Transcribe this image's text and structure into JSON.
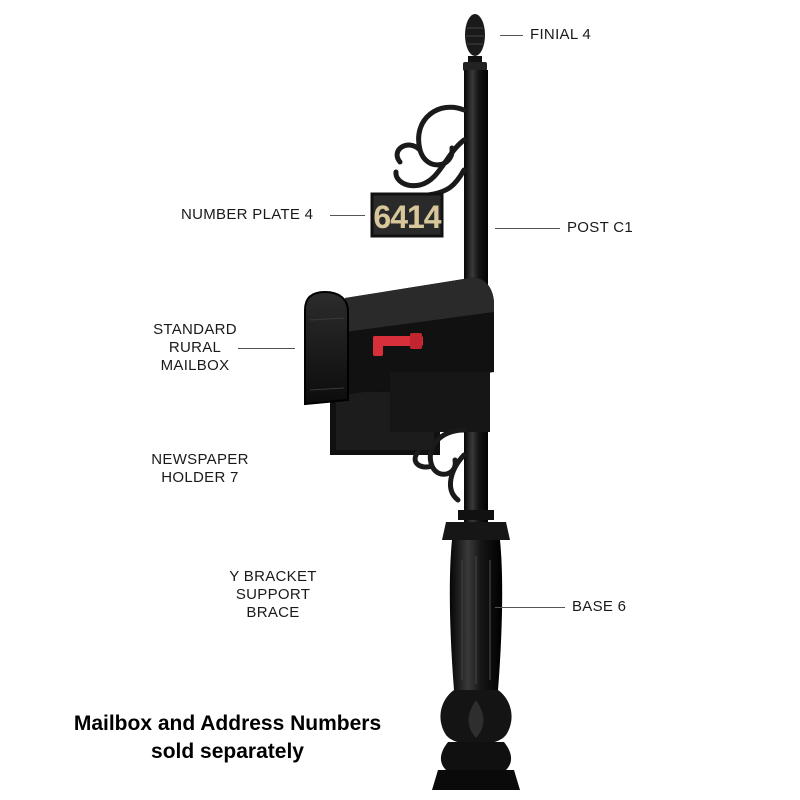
{
  "labels": {
    "finial": "FINIAL 4",
    "number_plate": "NUMBER PLATE 4",
    "post": "POST C1",
    "mailbox": "STANDARD\nRURAL\nMAILBOX",
    "newspaper": "NEWSPAPER\nHOLDER 7",
    "bracket": "Y BRACKET\nSUPPORT\nBRACE",
    "base": "BASE 6"
  },
  "address_number": "6414",
  "note": "Mailbox and Address Numbers\nsold separately",
  "colors": {
    "post": "#141414",
    "plate": "#2a2a2a",
    "digits": "#d8c79a",
    "flag": "#d8303a",
    "leader": "#555555"
  }
}
